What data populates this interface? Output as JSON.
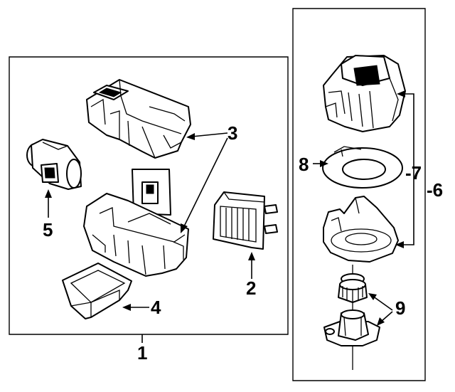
{
  "callouts": {
    "c1": "1",
    "c2": "2",
    "c3": "3",
    "c4": "4",
    "c5": "5",
    "c6": "-6",
    "c7": "-7",
    "c8": "8",
    "c9": "9"
  },
  "parts": [
    "heater-case-upper",
    "heater-core",
    "heater-case-lower",
    "drain-tray",
    "air-duct",
    "blower-housing-upper",
    "blower-seal",
    "blower-housing-lower",
    "blower-motor-wheel",
    "blower-motor"
  ]
}
